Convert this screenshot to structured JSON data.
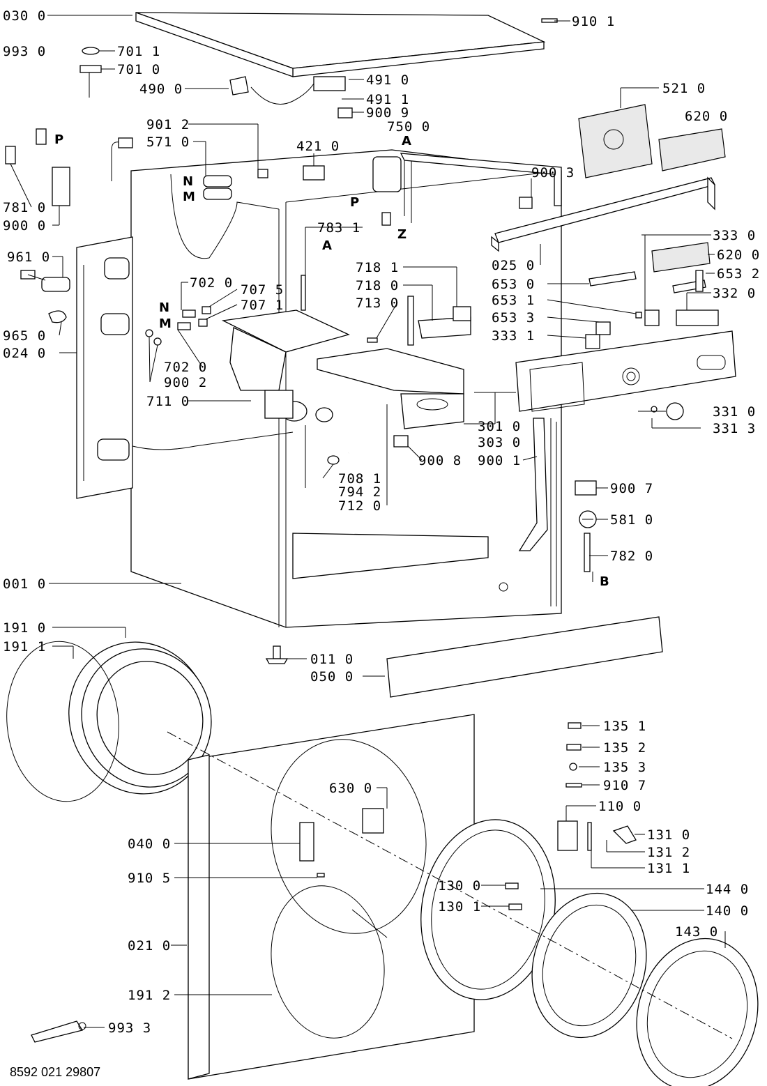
{
  "document_number": "8592 021 29807",
  "callouts": [
    {
      "id": "c0300",
      "text": "030 0"
    },
    {
      "id": "c9101",
      "text": "910 1"
    },
    {
      "id": "c9930",
      "text": "993 0"
    },
    {
      "id": "c7011",
      "text": "701 1"
    },
    {
      "id": "c7010",
      "text": "701 0"
    },
    {
      "id": "c4900",
      "text": "490 0"
    },
    {
      "id": "c4910",
      "text": "491 0"
    },
    {
      "id": "c4911",
      "text": "491 1"
    },
    {
      "id": "c9009",
      "text": "900 9"
    },
    {
      "id": "c7500",
      "text": "750 0"
    },
    {
      "id": "c9012",
      "text": "901 2"
    },
    {
      "id": "c5710",
      "text": "571 0"
    },
    {
      "id": "c4210",
      "text": "421 0"
    },
    {
      "id": "c5210",
      "text": "521 0"
    },
    {
      "id": "c6200",
      "text": "620 0"
    },
    {
      "id": "c9003",
      "text": "900 3"
    },
    {
      "id": "c7810",
      "text": "781 0"
    },
    {
      "id": "c9000",
      "text": "900 0"
    },
    {
      "id": "c7831",
      "text": "783 1"
    },
    {
      "id": "c9610",
      "text": "961 0"
    },
    {
      "id": "c7020a",
      "text": "702 0"
    },
    {
      "id": "c7075",
      "text": "707 5"
    },
    {
      "id": "c7071",
      "text": "707 1"
    },
    {
      "id": "c7181",
      "text": "718 1"
    },
    {
      "id": "c7180",
      "text": "718 0"
    },
    {
      "id": "c7130",
      "text": "713 0"
    },
    {
      "id": "c3330",
      "text": "333 0"
    },
    {
      "id": "c6200b",
      "text": "620 0"
    },
    {
      "id": "c0250",
      "text": "025 0"
    },
    {
      "id": "c6532",
      "text": "653 2"
    },
    {
      "id": "c6530",
      "text": "653 0"
    },
    {
      "id": "c3320",
      "text": "332 0"
    },
    {
      "id": "c6531",
      "text": "653 1"
    },
    {
      "id": "c6533",
      "text": "653 3"
    },
    {
      "id": "c3331",
      "text": "333 1"
    },
    {
      "id": "c9650",
      "text": "965 0"
    },
    {
      "id": "c0240",
      "text": "024 0"
    },
    {
      "id": "c7020b",
      "text": "702 0"
    },
    {
      "id": "c9002",
      "text": "900 2"
    },
    {
      "id": "c7110",
      "text": "711 0"
    },
    {
      "id": "c3010",
      "text": "301 0"
    },
    {
      "id": "c3030",
      "text": "303 0"
    },
    {
      "id": "c3310",
      "text": "331 0"
    },
    {
      "id": "c3313",
      "text": "331 3"
    },
    {
      "id": "c9008",
      "text": "900 8"
    },
    {
      "id": "c9001",
      "text": "900 1"
    },
    {
      "id": "c7081",
      "text": "708 1"
    },
    {
      "id": "c7942",
      "text": "794 2"
    },
    {
      "id": "c7120",
      "text": "712 0"
    },
    {
      "id": "c9007",
      "text": "900 7"
    },
    {
      "id": "c5810",
      "text": "581 0"
    },
    {
      "id": "c7820",
      "text": "782 0"
    },
    {
      "id": "c0010",
      "text": "001 0"
    },
    {
      "id": "c1910",
      "text": "191 0"
    },
    {
      "id": "c1911",
      "text": "191 1"
    },
    {
      "id": "c0110",
      "text": "011 0"
    },
    {
      "id": "c0500",
      "text": "050 0"
    },
    {
      "id": "c1351",
      "text": "135 1"
    },
    {
      "id": "c1352",
      "text": "135 2"
    },
    {
      "id": "c1353",
      "text": "135 3"
    },
    {
      "id": "c9107",
      "text": "910 7"
    },
    {
      "id": "c1100",
      "text": "110 0"
    },
    {
      "id": "c6300",
      "text": "630 0"
    },
    {
      "id": "c1310",
      "text": "131 0"
    },
    {
      "id": "c1312",
      "text": "131 2"
    },
    {
      "id": "c1311",
      "text": "131 1"
    },
    {
      "id": "c0400",
      "text": "040 0"
    },
    {
      "id": "c9105",
      "text": "910 5"
    },
    {
      "id": "c1300",
      "text": "130 0"
    },
    {
      "id": "c1440",
      "text": "144 0"
    },
    {
      "id": "c1301",
      "text": "130 1"
    },
    {
      "id": "c1400",
      "text": "140 0"
    },
    {
      "id": "c1430",
      "text": "143 0"
    },
    {
      "id": "c0210",
      "text": "021 0"
    },
    {
      "id": "c1912",
      "text": "191 2"
    },
    {
      "id": "c9933",
      "text": "993 3"
    }
  ],
  "markers": [
    {
      "id": "mP1",
      "text": "P"
    },
    {
      "id": "mA1",
      "text": "A"
    },
    {
      "id": "mN1",
      "text": "N"
    },
    {
      "id": "mM1",
      "text": "M"
    },
    {
      "id": "mP2",
      "text": "P"
    },
    {
      "id": "mZ",
      "text": "Z"
    },
    {
      "id": "mA2",
      "text": "A"
    },
    {
      "id": "mN2",
      "text": "N"
    },
    {
      "id": "mM2",
      "text": "M"
    },
    {
      "id": "mB",
      "text": "B"
    }
  ]
}
